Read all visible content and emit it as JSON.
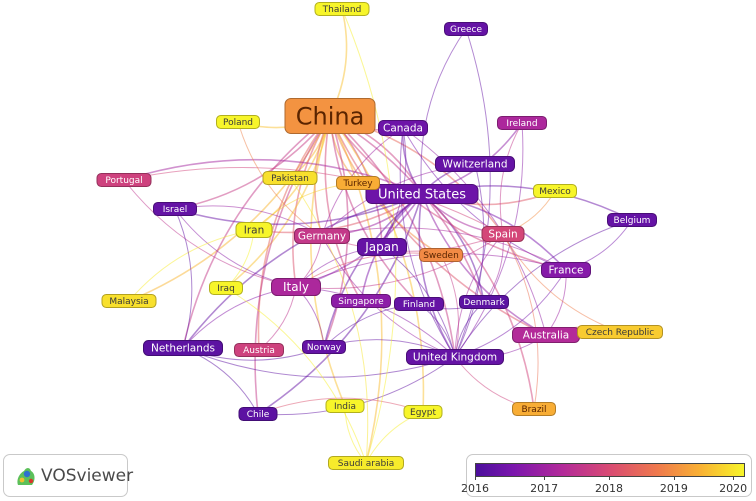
{
  "app": {
    "name": "VOSviewer"
  },
  "legend": {
    "ticks": [
      {
        "label": "2016",
        "frac": 0.0
      },
      {
        "label": "2017",
        "frac": 0.258
      },
      {
        "label": "2018",
        "frac": 0.5
      },
      {
        "label": "2019",
        "frac": 0.742
      },
      {
        "label": "2020",
        "frac": 0.963
      }
    ]
  },
  "nodes": [
    {
      "id": "china",
      "label": "China",
      "year": 2019.0,
      "weight": 10
    },
    {
      "id": "us",
      "label": "United States",
      "year": 2016.4,
      "weight": 6
    },
    {
      "id": "thailand",
      "label": "Thailand",
      "year": 2020.0,
      "weight": 1
    },
    {
      "id": "greece",
      "label": "Greece",
      "year": 2016.3,
      "weight": 1
    },
    {
      "id": "poland",
      "label": "Poland",
      "year": 2020.0,
      "weight": 1
    },
    {
      "id": "canada",
      "label": "Canada",
      "year": 2016.4,
      "weight": 2
    },
    {
      "id": "ireland",
      "label": "Ireland",
      "year": 2017.2,
      "weight": 1
    },
    {
      "id": "switzerland",
      "label": "Wwitzerland",
      "year": 2016.3,
      "weight": 2
    },
    {
      "id": "portugal",
      "label": "Portugal",
      "year": 2017.8,
      "weight": 1
    },
    {
      "id": "pakistan",
      "label": "Pakistan",
      "year": 2019.8,
      "weight": 1
    },
    {
      "id": "turkey",
      "label": "Turkey",
      "year": 2019.3,
      "weight": 1
    },
    {
      "id": "mexico",
      "label": "Mexico",
      "year": 2020.0,
      "weight": 1
    },
    {
      "id": "israel",
      "label": "Israel",
      "year": 2016.3,
      "weight": 1
    },
    {
      "id": "belgium",
      "label": "Belgium",
      "year": 2016.3,
      "weight": 1
    },
    {
      "id": "iran",
      "label": "Iran",
      "year": 2020.0,
      "weight": 2
    },
    {
      "id": "germany",
      "label": "Germany",
      "year": 2017.6,
      "weight": 2
    },
    {
      "id": "japan",
      "label": "Japan",
      "year": 2016.3,
      "weight": 3
    },
    {
      "id": "spain",
      "label": "Spain",
      "year": 2017.9,
      "weight": 2
    },
    {
      "id": "sweden",
      "label": "Sweden",
      "year": 2018.9,
      "weight": 1
    },
    {
      "id": "france",
      "label": "France",
      "year": 2016.7,
      "weight": 2
    },
    {
      "id": "iraq",
      "label": "Iraq",
      "year": 2020.0,
      "weight": 1
    },
    {
      "id": "italy",
      "label": "Italy",
      "year": 2017.2,
      "weight": 3
    },
    {
      "id": "singapore",
      "label": "Singapore",
      "year": 2016.8,
      "weight": 1
    },
    {
      "id": "finland",
      "label": "Finland",
      "year": 2016.3,
      "weight": 1
    },
    {
      "id": "denmark",
      "label": "Denmark",
      "year": 2016.2,
      "weight": 1
    },
    {
      "id": "malaysia",
      "label": "Malaysia",
      "year": 2019.8,
      "weight": 1
    },
    {
      "id": "australia",
      "label": "Australia",
      "year": 2017.3,
      "weight": 2
    },
    {
      "id": "czech",
      "label": "Czech Republic",
      "year": 2019.6,
      "weight": 1
    },
    {
      "id": "netherlands",
      "label": "Netherlands",
      "year": 2016.2,
      "weight": 2
    },
    {
      "id": "austria",
      "label": "Austria",
      "year": 2017.8,
      "weight": 1
    },
    {
      "id": "norway",
      "label": "Norway",
      "year": 2016.3,
      "weight": 1
    },
    {
      "id": "uk",
      "label": "United Kingdom",
      "year": 2016.3,
      "weight": 2
    },
    {
      "id": "india",
      "label": "India",
      "year": 2020.0,
      "weight": 1
    },
    {
      "id": "egypt",
      "label": "Egypt",
      "year": 2020.0,
      "weight": 1
    },
    {
      "id": "brazil",
      "label": "Brazil",
      "year": 2019.3,
      "weight": 1
    },
    {
      "id": "chile",
      "label": "Chile",
      "year": 2016.2,
      "weight": 1
    },
    {
      "id": "saudi",
      "label": "Saudi arabia",
      "year": 2019.9,
      "weight": 1
    }
  ],
  "links": [
    [
      "china",
      "us"
    ],
    [
      "china",
      "thailand"
    ],
    [
      "china",
      "poland"
    ],
    [
      "china",
      "canada"
    ],
    [
      "china",
      "pakistan"
    ],
    [
      "china",
      "turkey"
    ],
    [
      "china",
      "iran"
    ],
    [
      "china",
      "germany"
    ],
    [
      "china",
      "japan"
    ],
    [
      "china",
      "italy"
    ],
    [
      "china",
      "iraq"
    ],
    [
      "china",
      "singapore"
    ],
    [
      "china",
      "uk"
    ],
    [
      "china",
      "australia"
    ],
    [
      "china",
      "malaysia"
    ],
    [
      "china",
      "india"
    ],
    [
      "china",
      "saudi"
    ],
    [
      "china",
      "netherlands"
    ],
    [
      "china",
      "spain"
    ],
    [
      "china",
      "sweden"
    ],
    [
      "china",
      "norway"
    ],
    [
      "china",
      "austria"
    ],
    [
      "china",
      "israel"
    ],
    [
      "china",
      "france"
    ],
    [
      "china",
      "egypt"
    ],
    [
      "china",
      "chile"
    ],
    [
      "china",
      "denmark"
    ],
    [
      "china",
      "finland"
    ],
    [
      "us",
      "canada"
    ],
    [
      "us",
      "japan"
    ],
    [
      "us",
      "germany"
    ],
    [
      "us",
      "uk"
    ],
    [
      "us",
      "italy"
    ],
    [
      "us",
      "spain"
    ],
    [
      "us",
      "france"
    ],
    [
      "us",
      "australia"
    ],
    [
      "us",
      "israel"
    ],
    [
      "us",
      "portugal"
    ],
    [
      "us",
      "switzerland"
    ],
    [
      "us",
      "netherlands"
    ],
    [
      "us",
      "chile"
    ],
    [
      "us",
      "singapore"
    ],
    [
      "us",
      "denmark"
    ],
    [
      "us",
      "ireland"
    ],
    [
      "us",
      "belgium"
    ],
    [
      "us",
      "mexico"
    ],
    [
      "us",
      "brazil"
    ],
    [
      "us",
      "norway"
    ],
    [
      "us",
      "iran"
    ],
    [
      "canada",
      "uk"
    ],
    [
      "canada",
      "australia"
    ],
    [
      "canada",
      "france"
    ],
    [
      "canada",
      "japan"
    ],
    [
      "canada",
      "germany"
    ],
    [
      "greece",
      "uk"
    ],
    [
      "greece",
      "us"
    ],
    [
      "ireland",
      "uk"
    ],
    [
      "ireland",
      "spain"
    ],
    [
      "switzerland",
      "uk"
    ],
    [
      "switzerland",
      "germany"
    ],
    [
      "portugal",
      "spain"
    ],
    [
      "portugal",
      "italy"
    ],
    [
      "israel",
      "germany"
    ],
    [
      "israel",
      "italy"
    ],
    [
      "belgium",
      "france"
    ],
    [
      "belgium",
      "uk"
    ],
    [
      "germany",
      "italy"
    ],
    [
      "germany",
      "uk"
    ],
    [
      "germany",
      "france"
    ],
    [
      "germany",
      "spain"
    ],
    [
      "japan",
      "uk"
    ],
    [
      "japan",
      "italy"
    ],
    [
      "spain",
      "italy"
    ],
    [
      "spain",
      "uk"
    ],
    [
      "france",
      "uk"
    ],
    [
      "france",
      "italy"
    ],
    [
      "italy",
      "uk"
    ],
    [
      "italy",
      "netherlands"
    ],
    [
      "italy",
      "norway"
    ],
    [
      "uk",
      "australia"
    ],
    [
      "uk",
      "netherlands"
    ],
    [
      "uk",
      "norway"
    ],
    [
      "uk",
      "denmark"
    ],
    [
      "uk",
      "finland"
    ],
    [
      "uk",
      "chile"
    ],
    [
      "uk",
      "brazil"
    ],
    [
      "australia",
      "czech"
    ],
    [
      "australia",
      "france"
    ],
    [
      "netherlands",
      "chile"
    ],
    [
      "netherlands",
      "norway"
    ],
    [
      "chile",
      "egypt"
    ],
    [
      "india",
      "saudi"
    ],
    [
      "iran",
      "iraq"
    ],
    [
      "iran",
      "malaysia"
    ],
    [
      "iraq",
      "saudi"
    ],
    [
      "egypt",
      "saudi"
    ],
    [
      "pakistan",
      "saudi"
    ],
    [
      "turkey",
      "iran"
    ],
    [
      "sweden",
      "uk"
    ],
    [
      "sweden",
      "italy"
    ],
    [
      "mexico",
      "spain"
    ],
    [
      "austria",
      "italy"
    ],
    [
      "thailand",
      "saudi"
    ],
    [
      "poland",
      "germany"
    ],
    [
      "czech",
      "spain"
    ],
    [
      "finland",
      "denmark"
    ],
    [
      "norway",
      "finland"
    ],
    [
      "denmark",
      "spain"
    ],
    [
      "israel",
      "netherlands"
    ],
    [
      "brazil",
      "spain"
    ]
  ]
}
